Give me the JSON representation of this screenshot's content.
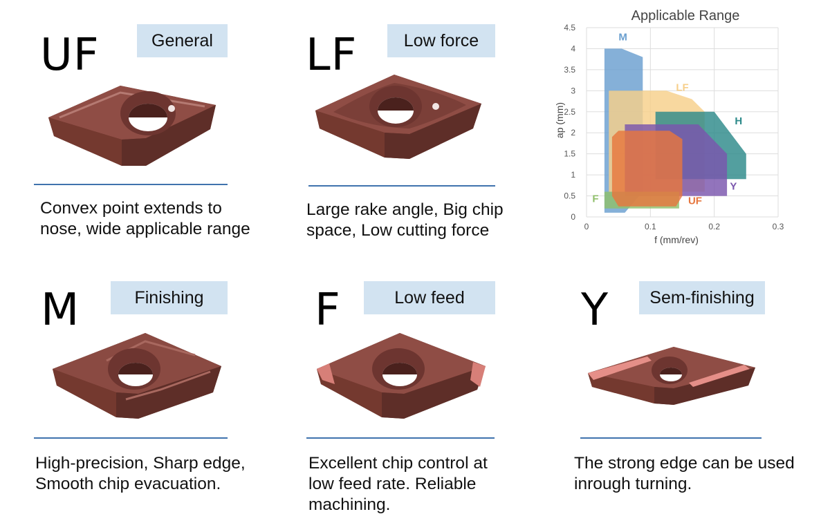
{
  "cards": [
    {
      "code": "UF",
      "tag": "General",
      "desc1": "Convex point extends to",
      "desc2": "nose, wide applicable range",
      "desc3": ""
    },
    {
      "code": "LF",
      "tag": "Low force",
      "desc1": "Large rake angle, Big chip",
      "desc2": "space, Low cutting force",
      "desc3": ""
    },
    {
      "code": "M",
      "tag": "Finishing",
      "desc1": "High-precision, Sharp edge,",
      "desc2": "Smooth chip evacuation.",
      "desc3": ""
    },
    {
      "code": "F",
      "tag": "Low feed",
      "desc1": "Excellent chip control at",
      "desc2": "low feed rate. Reliable",
      "desc3": "machining."
    },
    {
      "code": "Y",
      "tag": "Sem-finishing",
      "desc1": "The strong edge can be used",
      "desc2": "inrough turning.",
      "desc3": ""
    }
  ],
  "colors": {
    "tag_bg": "#d2e3f1",
    "rule": "#3f72ad",
    "insert_body": "#7a4038",
    "insert_top": "#8f4d45"
  },
  "chart_data": {
    "type": "area",
    "title": "Applicable Range",
    "xlabel": "f (mm/rev)",
    "ylabel": "ap (mm)",
    "xlim": [
      0,
      0.3
    ],
    "ylim": [
      0,
      4.5
    ],
    "xticks": [
      "0",
      "0.1",
      "0.2",
      "0.3"
    ],
    "yticks": [
      "0",
      "0.5",
      "1",
      "1.5",
      "2",
      "2.5",
      "3",
      "3.5",
      "4",
      "4.5"
    ],
    "grid": true,
    "series": [
      {
        "name": "M",
        "color": "#6a9fcf",
        "label_at": [
          0.057,
          4.2
        ],
        "points": [
          [
            0.028,
            0.1
          ],
          [
            0.028,
            4.0
          ],
          [
            0.055,
            4.0
          ],
          [
            0.088,
            3.8
          ],
          [
            0.088,
            0.6
          ],
          [
            0.06,
            0.1
          ]
        ]
      },
      {
        "name": "LF",
        "color": "#f7cf8a",
        "label_at": [
          0.15,
          3.0
        ],
        "points": [
          [
            0.035,
            0.6
          ],
          [
            0.035,
            3.0
          ],
          [
            0.125,
            3.0
          ],
          [
            0.165,
            2.8
          ],
          [
            0.185,
            2.5
          ],
          [
            0.185,
            0.6
          ]
        ]
      },
      {
        "name": "H",
        "color": "#2d8a8a",
        "label_at": [
          0.238,
          2.2
        ],
        "points": [
          [
            0.108,
            0.9
          ],
          [
            0.108,
            2.5
          ],
          [
            0.2,
            2.5
          ],
          [
            0.25,
            1.5
          ],
          [
            0.25,
            0.9
          ]
        ]
      },
      {
        "name": "Y",
        "color": "#7a56ad",
        "label_at": [
          0.23,
          0.65
        ],
        "points": [
          [
            0.06,
            0.5
          ],
          [
            0.06,
            2.2
          ],
          [
            0.175,
            2.2
          ],
          [
            0.22,
            1.5
          ],
          [
            0.22,
            0.5
          ]
        ]
      },
      {
        "name": "F",
        "color": "#8fbf6b",
        "label_at": [
          0.014,
          0.35
        ],
        "points": [
          [
            0.028,
            0.2
          ],
          [
            0.028,
            0.6
          ],
          [
            0.145,
            0.6
          ],
          [
            0.145,
            0.2
          ]
        ]
      },
      {
        "name": "UF",
        "color": "#e6763e",
        "label_at": [
          0.17,
          0.3
        ],
        "points": [
          [
            0.04,
            0.5
          ],
          [
            0.04,
            1.9
          ],
          [
            0.05,
            2.05
          ],
          [
            0.13,
            2.05
          ],
          [
            0.15,
            1.85
          ],
          [
            0.15,
            0.5
          ],
          [
            0.14,
            0.25
          ],
          [
            0.05,
            0.25
          ]
        ]
      }
    ]
  }
}
